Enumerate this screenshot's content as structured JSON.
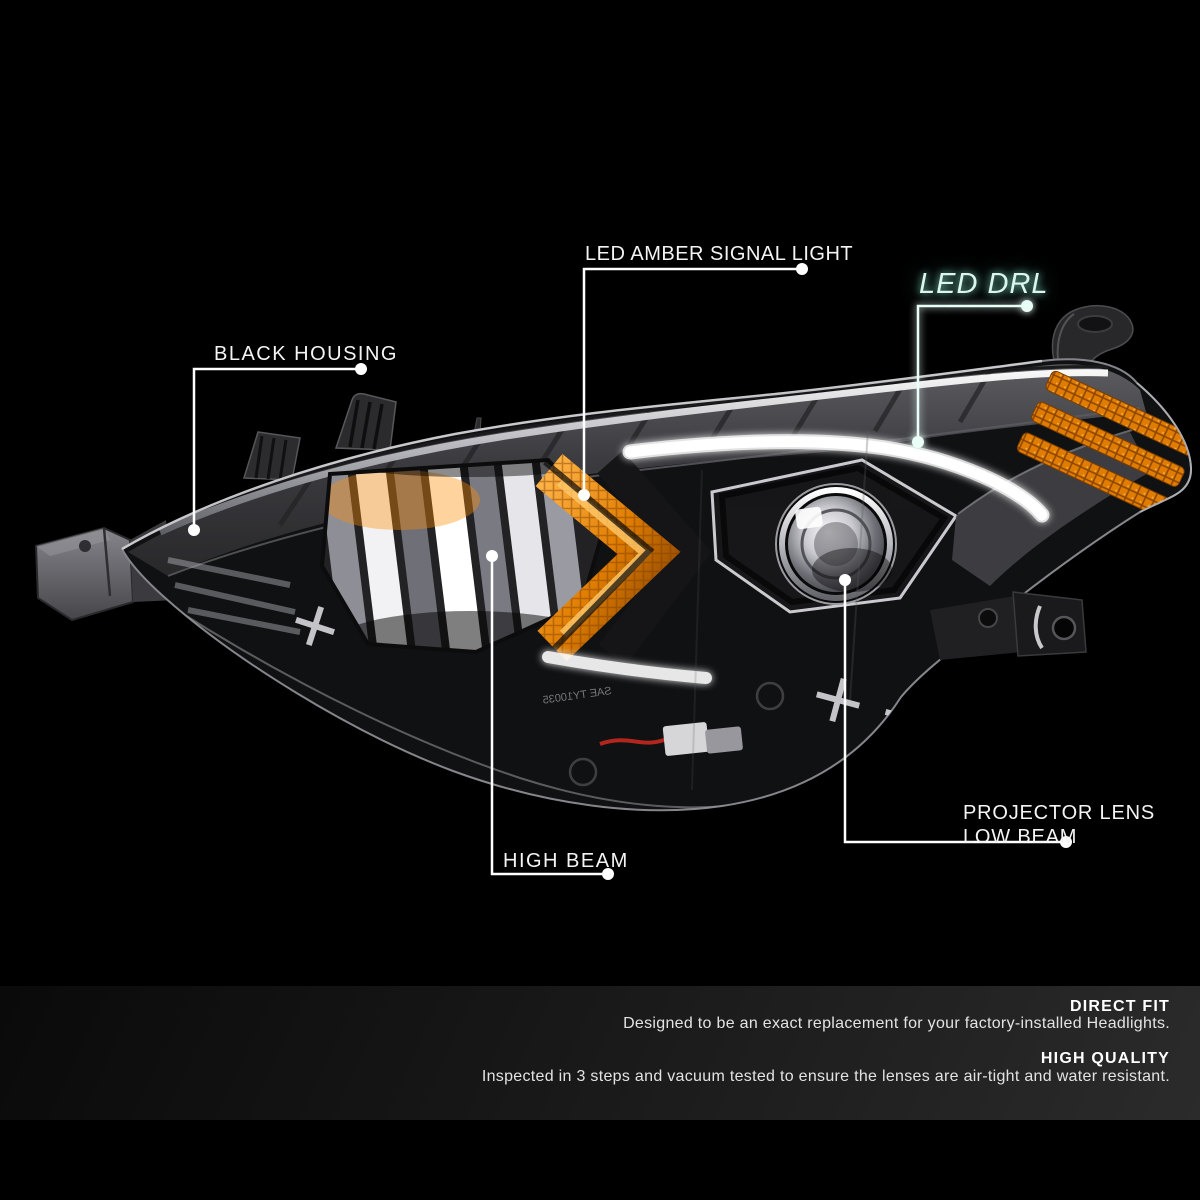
{
  "page": {
    "background": "#000000"
  },
  "callouts": {
    "black_housing": {
      "label": "BLACK HOUSING"
    },
    "amber_signal": {
      "label": "LED AMBER SIGNAL LIGHT"
    },
    "led_drl": {
      "label": "LED DRL",
      "accent_color": "#dcf5ee"
    },
    "high_beam": {
      "label": "HIGH BEAM"
    },
    "projector": {
      "line1": "PROJECTOR LENS",
      "line2": "LOW BEAM"
    }
  },
  "footer": {
    "direct_fit": {
      "title": "DIRECT FIT",
      "description": "Designed to be an exact replacement for your factory-installed Headlights."
    },
    "high_quality": {
      "title": "HIGH QUALITY",
      "description": "Inspected in 3 steps and vacuum tested to ensure the lenses are air-tight and water resistant."
    }
  },
  "artwork": {
    "lens_etching": "SAE TY10035",
    "colors": {
      "amber": "#e07d00",
      "amber_bright": "#ffc96b",
      "drl_white": "#ffffff",
      "callout_line": "#ffffff",
      "housing_gray": "#3a3a3e",
      "chrome": "#d8d8dc"
    }
  }
}
